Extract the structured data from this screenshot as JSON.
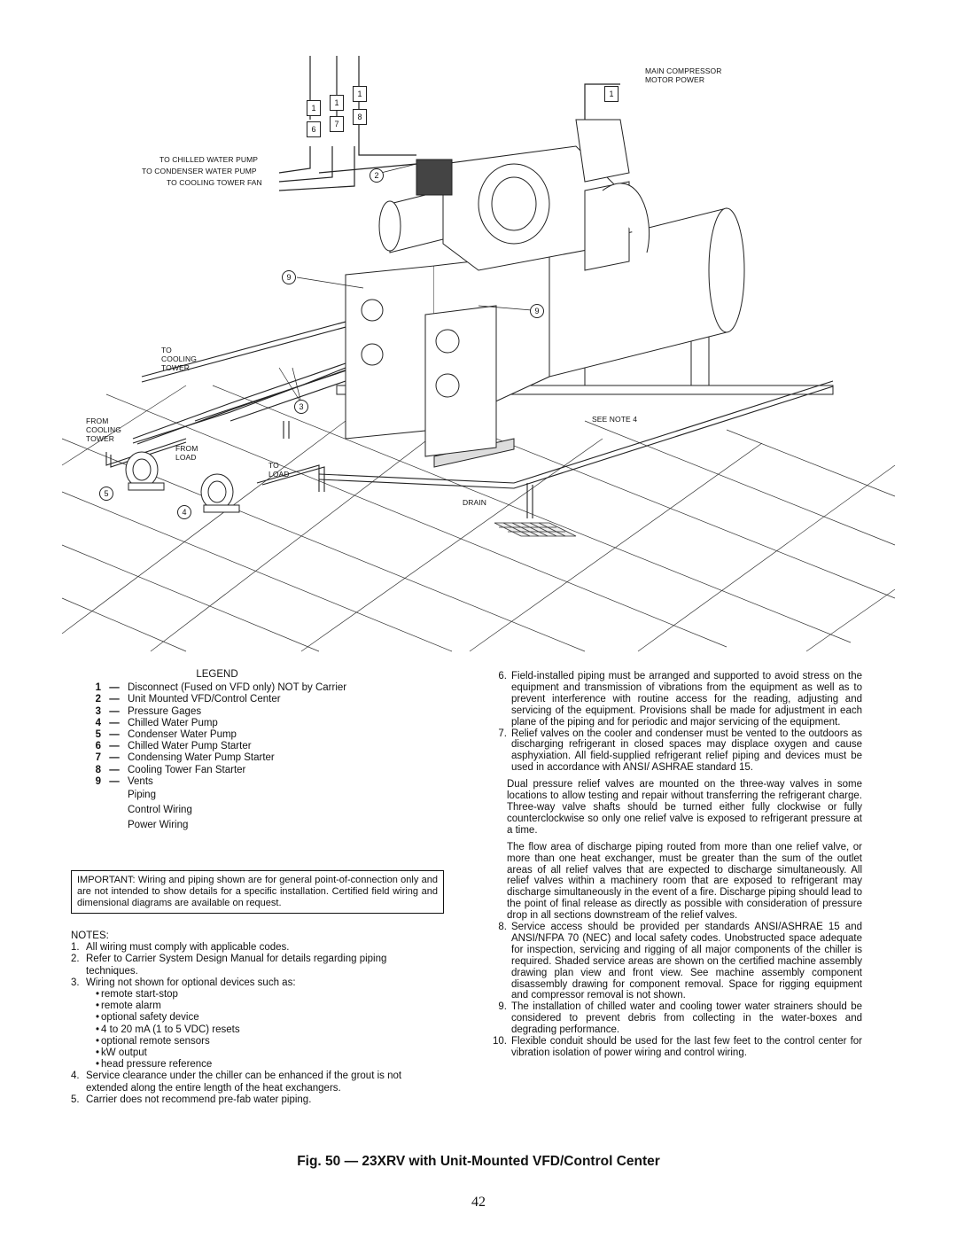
{
  "diagram": {
    "labels": {
      "main_compressor": "MAIN COMPRESSOR",
      "motor_power": "MOTOR POWER",
      "to_chilled_water_pump": "TO CHILLED WATER PUMP",
      "to_condenser_water_pump": "TO CONDENSER WATER PUMP",
      "to_cooling_tower_fan": "TO COOLING TOWER FAN",
      "to_cooling_tower": [
        "TO",
        "COOLING",
        "TOWER"
      ],
      "from_cooling_tower": [
        "FROM",
        "COOLING",
        "TOWER"
      ],
      "from_load": [
        "FROM",
        "LOAD"
      ],
      "to_load": [
        "TO",
        "LOAD"
      ],
      "see_note": "SEE NOTE 4",
      "drain": "DRAIN"
    },
    "callouts": [
      "1",
      "2",
      "9",
      "9",
      "3",
      "5",
      "4"
    ],
    "disconnect_top": [
      "1",
      "1",
      "1"
    ],
    "disconnect_bottom": [
      "6",
      "7",
      "8"
    ]
  },
  "legend": {
    "title": "LEGEND",
    "dash": "—",
    "items": [
      {
        "num": "1",
        "text": "Disconnect (Fused on VFD only) NOT by Carrier"
      },
      {
        "num": "2",
        "text": "Unit Mounted VFD/Control Center"
      },
      {
        "num": "3",
        "text": "Pressure Gages"
      },
      {
        "num": "4",
        "text": "Chilled Water Pump"
      },
      {
        "num": "5",
        "text": "Condenser Water Pump"
      },
      {
        "num": "6",
        "text": "Chilled Water Pump Starter"
      },
      {
        "num": "7",
        "text": "Condensing Water Pump Starter"
      },
      {
        "num": "8",
        "text": "Cooling Tower Fan Starter"
      },
      {
        "num": "9",
        "text": "Vents"
      }
    ],
    "line_keys": [
      "Piping",
      "Control Wiring",
      "Power Wiring"
    ]
  },
  "important": "IMPORTANT: Wiring and piping shown are for general point-of-connection only and are not intended to show details for a specific installation. Certified field wiring and dimensional diagrams are available on request.",
  "notes": {
    "heading": "NOTES:",
    "n1": "All wiring must comply with applicable codes.",
    "n2": "Refer to Carrier System Design Manual for details regarding piping techniques.",
    "n3": "Wiring not shown for optional devices such as:",
    "n3_bullets": [
      "remote start-stop",
      "remote alarm",
      "optional safety device",
      "4 to 20 mA (1 to 5 VDC) resets",
      "optional remote sensors",
      "kW output",
      "head pressure reference"
    ],
    "n4": "Service clearance under the chiller can be enhanced if the grout is not extended along the entire length of the heat exchangers.",
    "n5": "Carrier does not recommend pre-fab water piping."
  },
  "right_notes": {
    "n6": "Field-installed piping must be arranged and supported to avoid stress on the equipment and transmission of vibrations from the equipment as well as to prevent interference with routine access for the reading, adjusting and servicing of the equipment. Provisions shall be made for adjustment in each plane of the piping and for periodic and major servicing of the equipment.",
    "n7": "Relief valves on the cooler and condenser must be vented to the outdoors as discharging refrigerant in closed spaces may displace oxygen and cause asphyxiation. All field-supplied refrigerant relief piping and devices must be used in accordance with ANSI/ ASHRAE standard 15.",
    "n7_p2": "Dual pressure relief valves are mounted on the three-way valves in some locations to allow testing and repair without transferring the refrigerant charge. Three-way valve shafts should be turned either fully clockwise or fully counterclockwise so only one relief valve is exposed to refrigerant pressure at a time.",
    "n7_p3": "The flow area of discharge piping routed from more than one relief valve, or more than one heat exchanger, must be greater than the sum of the outlet areas of all relief valves that are expected to discharge simultaneously. All relief valves within a machinery room that are exposed to refrigerant may discharge simultaneously in the event of a fire. Discharge piping should lead to the point of final release as directly as possible with consideration of pressure drop in all sections downstream of the relief valves.",
    "n8": "Service access should be provided per standards ANSI/ASHRAE 15 and ANSI/NFPA 70 (NEC) and local safety codes. Unobstructed space adequate for inspection, servicing and rigging of all major components of the chiller is required. Shaded service areas are shown on the certified machine assembly drawing plan view and front view. See machine assembly component disassembly drawing for component removal. Space for rigging equipment and compressor removal is not shown.",
    "n9": "The installation of chilled water and cooling tower water strainers should be considered to prevent debris from collecting in the water-boxes and degrading performance.",
    "n10": "Flexible conduit should be used for the last few feet to the control center for vibration isolation of power wiring and control wiring."
  },
  "caption": "Fig. 50 — 23XRV with Unit-Mounted VFD/Control Center",
  "page_number": "42"
}
